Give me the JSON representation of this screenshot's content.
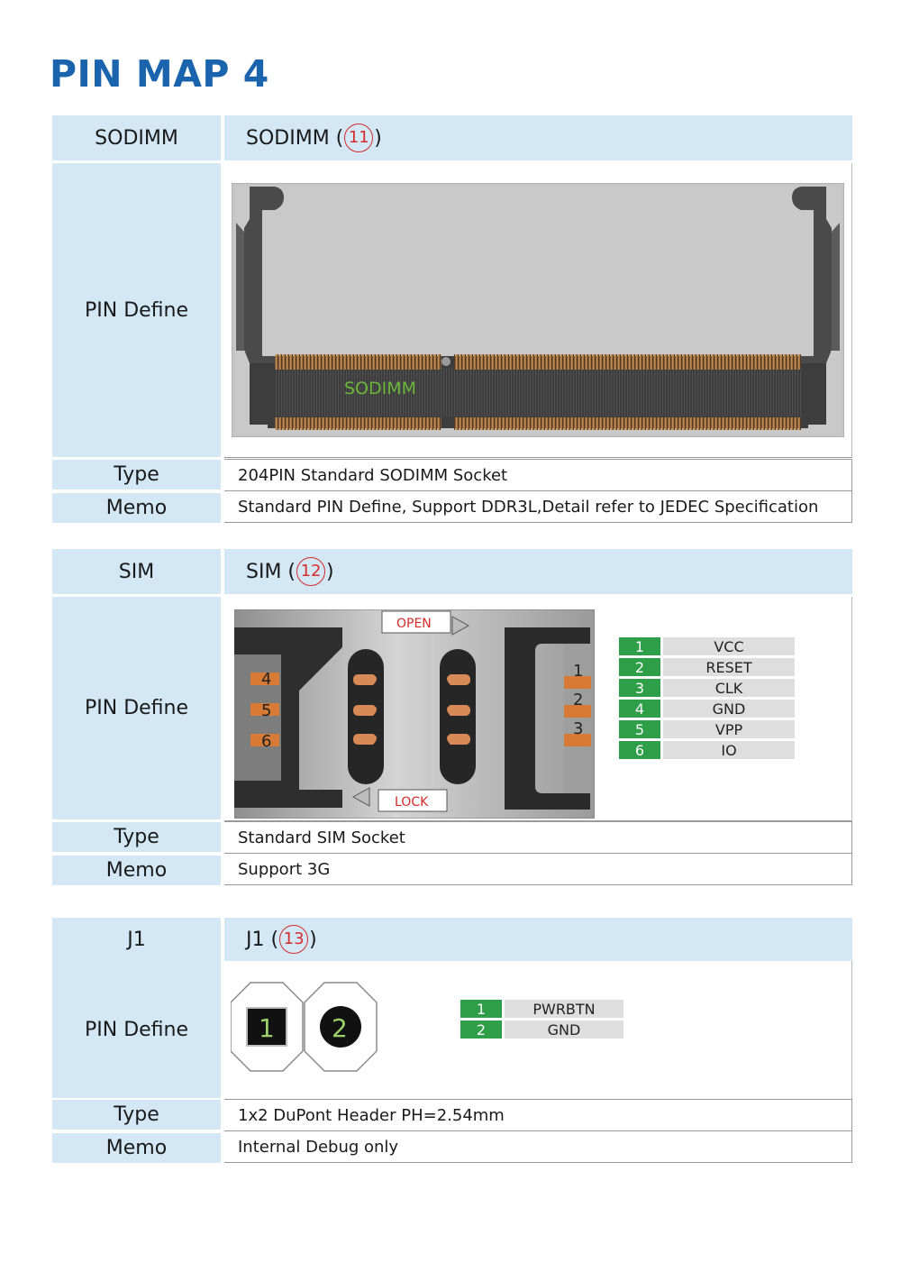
{
  "page_title": "PIN MAP 4",
  "sections": [
    {
      "id": "sodimm",
      "left_header": "SODIMM",
      "right_header_text": "SODIMM",
      "ref_number": "11",
      "pin_define_label": "PIN Define",
      "diagram_label": "SODIMM",
      "type_label": "Type",
      "type_value": "204PIN Standard SODIMM Socket",
      "memo_label": "Memo",
      "memo_value": "Standard PIN Define, Support DDR3L,Detail refer to JEDEC Specification"
    },
    {
      "id": "sim",
      "left_header": "SIM",
      "right_header_text": "SIM",
      "ref_number": "12",
      "pin_define_label": "PIN Define",
      "open_label": "OPEN",
      "lock_label": "LOCK",
      "diagram_pin_numbers": [
        "1",
        "2",
        "3",
        "4",
        "5",
        "6"
      ],
      "pins": [
        {
          "num": "1",
          "name": "VCC"
        },
        {
          "num": "2",
          "name": "RESET"
        },
        {
          "num": "3",
          "name": "CLK"
        },
        {
          "num": "4",
          "name": "GND"
        },
        {
          "num": "5",
          "name": "VPP"
        },
        {
          "num": "6",
          "name": "IO"
        }
      ],
      "type_label": "Type",
      "type_value": "Standard SIM Socket",
      "memo_label": "Memo",
      "memo_value": "Support 3G"
    },
    {
      "id": "j1",
      "left_header": "J1",
      "right_header_text": "J1",
      "ref_number": "13",
      "pin_define_label": "PIN Define",
      "header_pin_labels": [
        "1",
        "2"
      ],
      "pins": [
        {
          "num": "1",
          "name": "PWRBTN"
        },
        {
          "num": "2",
          "name": "GND"
        }
      ],
      "type_label": "Type",
      "type_value": "1x2 DuPont Header PH=2.54mm",
      "memo_label": "Memo",
      "memo_value": "Internal Debug only"
    }
  ],
  "colors": {
    "title": "#1a64ad",
    "header_bg": "#d3e7f5",
    "ref_circle": "#d52b2b",
    "pin_num_bg": "#2e9f48",
    "pin_name_bg": "#dedede",
    "sodimm_label": "#6bb83a",
    "sim_pad": "#d77a36"
  }
}
